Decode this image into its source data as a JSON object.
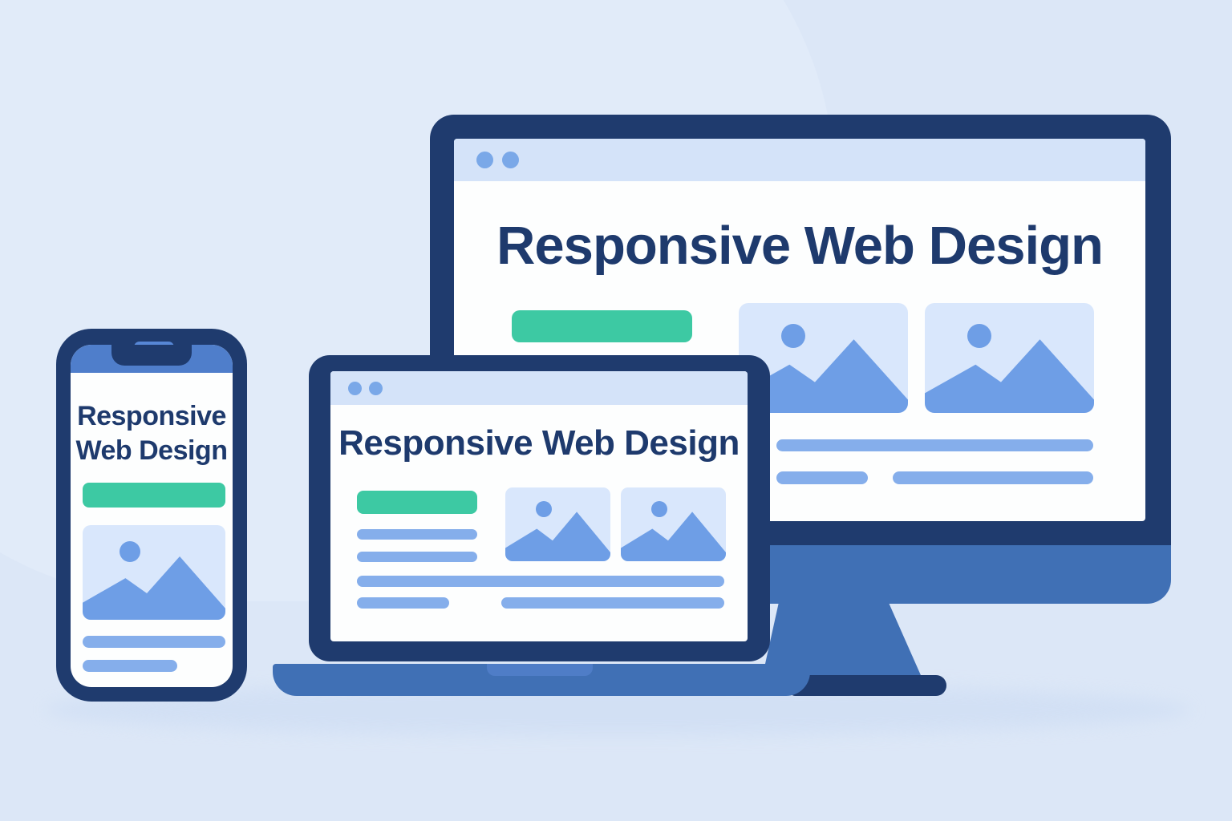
{
  "illustration": {
    "concept": "Responsive Web Design",
    "monitor": {
      "title": "Responsive Web Design"
    },
    "laptop": {
      "title": "Responsive Web Design"
    },
    "phone": {
      "title": "Responsive Web Design"
    },
    "colors": {
      "background": "#dce7f7",
      "frame_navy": "#1f3b6e",
      "device_blue": "#4070b5",
      "status_bar_blue": "#4f7ecb",
      "accent_green": "#3dc9a3",
      "title_navy": "#1e3a6d",
      "browser_bar": "#d4e3f9",
      "browser_dot": "#7aa8e8",
      "placeholder_bg": "#d9e7fc",
      "placeholder_art": "#6e9ee6",
      "text_line": "#85aeeb"
    },
    "icons": {
      "browser_dot": "browser-dot-icon",
      "sun": "sun-icon",
      "mountains": "mountain-icon"
    }
  }
}
